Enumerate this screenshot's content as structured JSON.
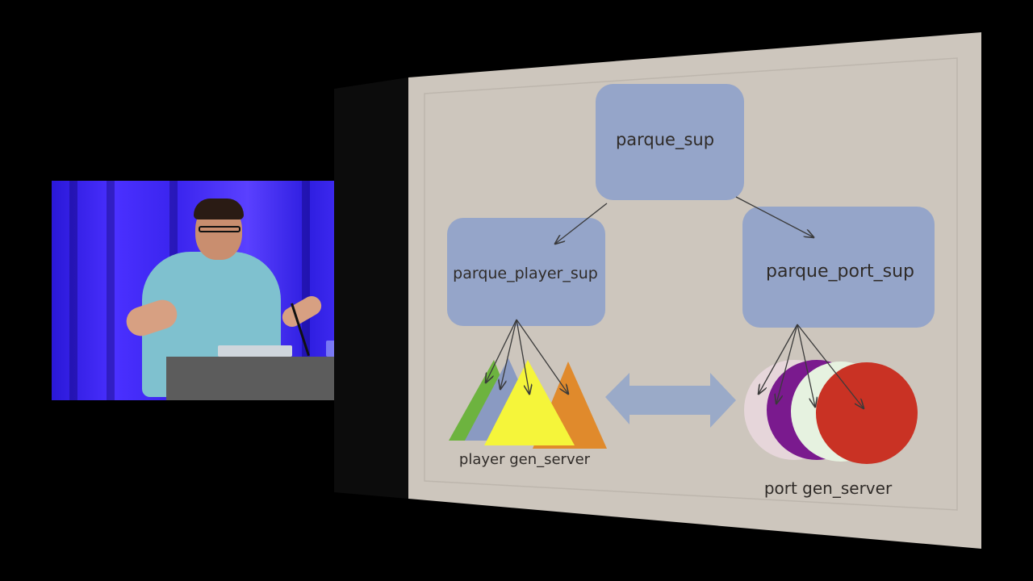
{
  "slide": {
    "nodes": {
      "root": "parque_sup",
      "player_sup": "parque_player_sup",
      "port_sup": "parque_port_sup"
    },
    "group_labels": {
      "player": "player gen_server",
      "port": "port gen_server"
    }
  },
  "colors": {
    "slide_background": "#cdc6bd",
    "node_fill": "#95a5c9",
    "arrow": "#3a3a3a",
    "triangle_green": "#6db33f",
    "triangle_blue": "#8a9ac2",
    "triangle_yellow": "#f5f53a",
    "triangle_orange": "#e08a2c",
    "circle_pink": "#e6d6da",
    "circle_purple": "#7a1a8e",
    "circle_mint": "#e6f2e0",
    "circle_red": "#c93224",
    "double_arrow": "#9aaac8",
    "stage_backdrop": "#3a24ee"
  }
}
